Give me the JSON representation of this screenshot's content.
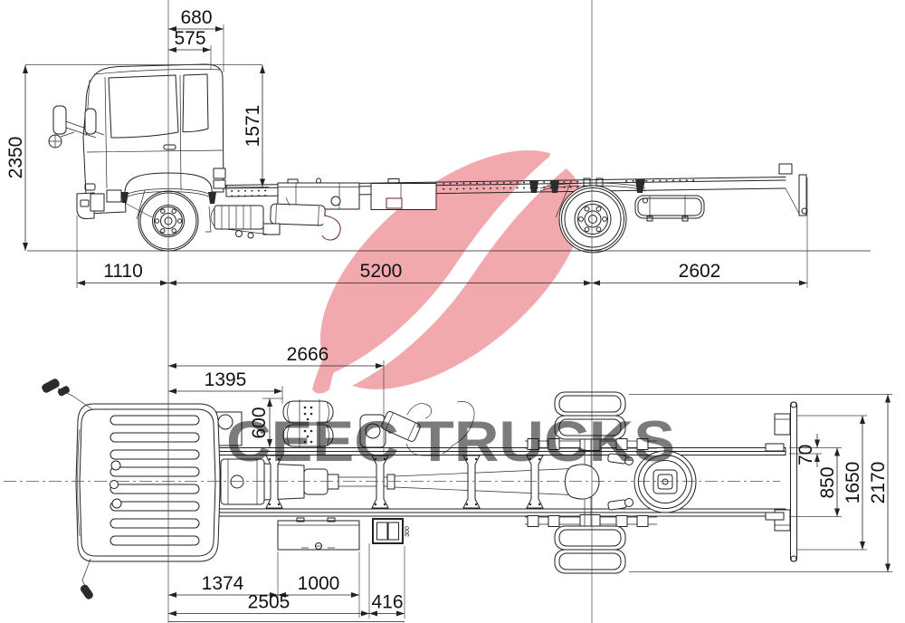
{
  "watermark": {
    "text": "CEEC TRUCKS"
  },
  "logo": {
    "name": "ceec-swoosh-logo",
    "color": "#f2a9ae"
  },
  "colors": {
    "logo_pink": "#f2a9ae",
    "watermark_gray": "#9b9b9b",
    "line": "#222222",
    "dimension_text": "#111111"
  },
  "dimensions": {
    "side_view": {
      "front_axle_to_cab_rear_outer": "680",
      "front_axle_to_cab_rear": "575",
      "cab_height": "2350",
      "cab_top_to_frame_top": "1571",
      "front_overhang": "1110",
      "wheelbase": "5200",
      "rear_overhang": "2602"
    },
    "top_view": {
      "front_axle_to_exhaust_end": "2666",
      "front_axle_to_air_tank": "1395",
      "air_tank_length": "600",
      "front_axle_to_battery_front": "1374",
      "battery_box_length": "1000",
      "front_axle_to_toolbox_end": "2505",
      "toolbox_length": "416",
      "toolbox_width": "300",
      "frame_flange_width": "70",
      "frame_width": "850",
      "rear_crossmember_width": "1650",
      "overall_width": "2170"
    }
  }
}
